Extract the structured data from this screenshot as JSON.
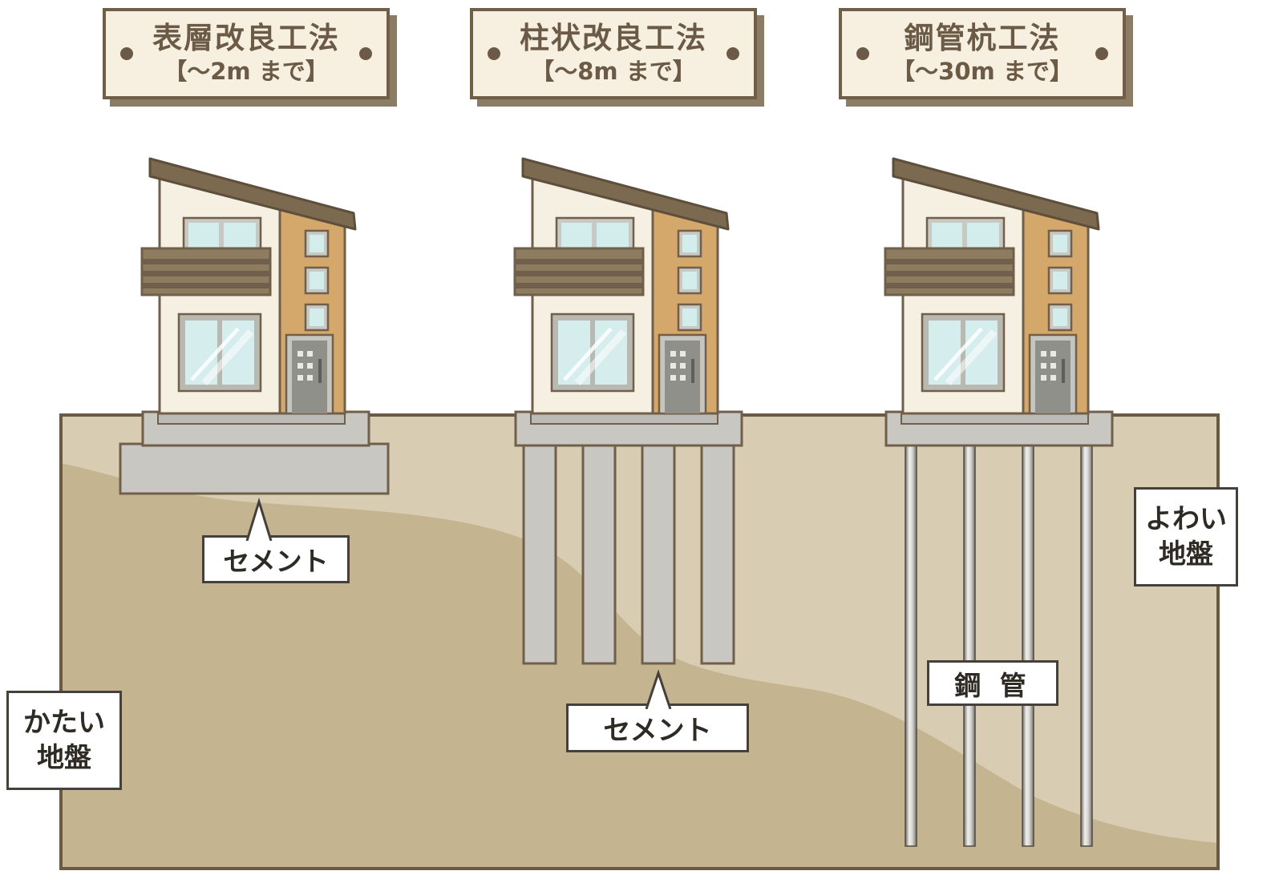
{
  "methods": [
    {
      "id": "surface-improvement",
      "title": "表層改良工法",
      "depth_range": "【〜2m まで】",
      "material_label": "セメント"
    },
    {
      "id": "columnar-improvement",
      "title": "柱状改良工法",
      "depth_range": "【〜8m まで】",
      "material_label": "セメント"
    },
    {
      "id": "steel-pipe-pile",
      "title": "鋼管杭工法",
      "depth_range": "【〜30m まで】",
      "material_label": "鋼 管"
    }
  ],
  "ground_labels": {
    "weak": {
      "line1": "よわい",
      "line2": "地盤"
    },
    "hard": {
      "line1": "かたい",
      "line2": "地盤"
    }
  },
  "colors": {
    "title_box_bg": "#f7efe0",
    "title_box_border": "#6f5e48",
    "title_shadow": "#8b7c66",
    "title_text": "#6b5a45",
    "weak_ground": "#d8ccb2",
    "hard_ground": "#c5b490",
    "ground_border": "#6a5a45",
    "cement_gray": "#c9c7c2",
    "house_wall": "#f6f0e2",
    "house_accent": "#d4a76a",
    "roof": "#7b6a50",
    "window_glass": "#d3ecec",
    "label_border": "#45413a"
  }
}
